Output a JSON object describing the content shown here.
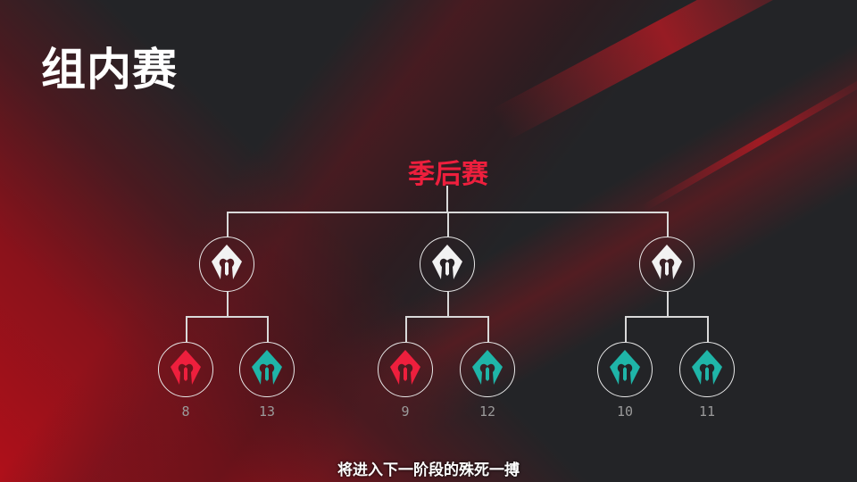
{
  "title": "组内赛",
  "playoff_label": "季后赛",
  "subtitle": "将进入下一阶段的殊死一搏",
  "colors": {
    "red": "#ee1f3d",
    "teal": "#1fb5a8",
    "white": "#f2f2f2"
  },
  "groups": [
    {
      "top": "white",
      "teams": [
        {
          "color": "red",
          "seed": "8"
        },
        {
          "color": "teal",
          "seed": "13"
        }
      ]
    },
    {
      "top": "white",
      "teams": [
        {
          "color": "red",
          "seed": "9"
        },
        {
          "color": "teal",
          "seed": "12"
        }
      ]
    },
    {
      "top": "white",
      "teams": [
        {
          "color": "teal",
          "seed": "10"
        },
        {
          "color": "teal",
          "seed": "11"
        }
      ]
    }
  ]
}
